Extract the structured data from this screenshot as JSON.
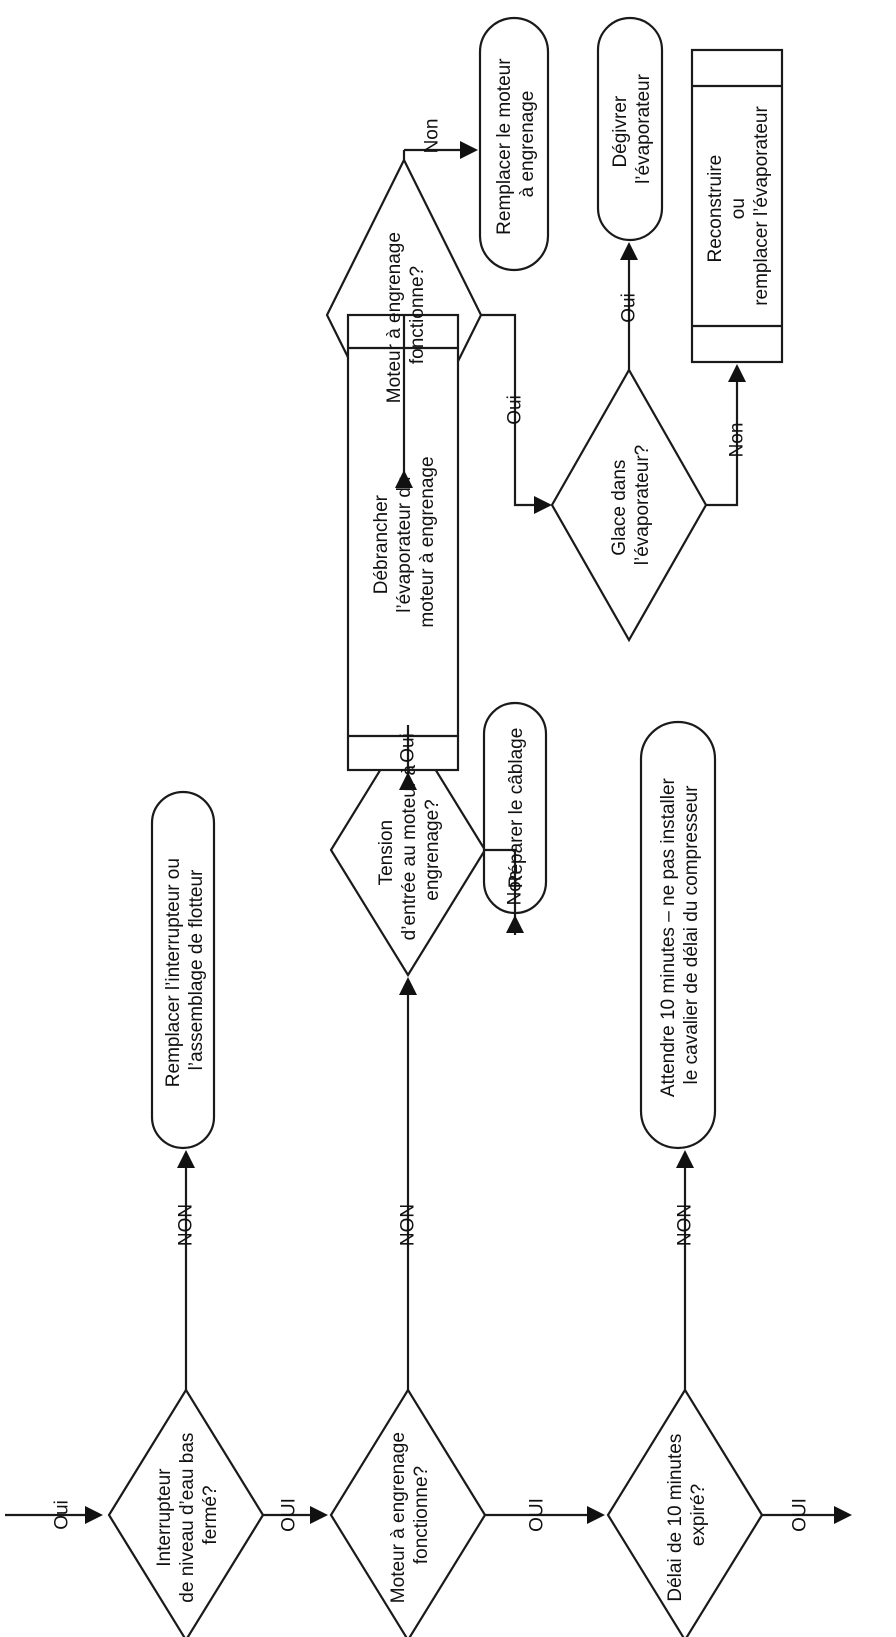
{
  "nodes": {
    "start_label": "Oui",
    "d1": [
      "Interrupteur",
      "de niveau d’eau bas",
      "fermé?"
    ],
    "r1": [
      "Remplacer l’interrupteur ou",
      "l’assemblage de flotteur"
    ],
    "d2": [
      "Moteur à engrenage",
      "fonctionne?"
    ],
    "d3": [
      "Tension",
      "d’entrée au moteur à",
      "engrenage?"
    ],
    "r3": [
      "Réparer le câblage"
    ],
    "p1": [
      "Débrancher",
      "l’évaporateur du",
      "moteur à engrenage"
    ],
    "d4": [
      "Moteur à engrenage",
      "fonctionne?"
    ],
    "r4": [
      "Remplacer le moteur",
      "à engrenage"
    ],
    "d5": [
      "Glace dans",
      "l’évaporateur?"
    ],
    "r5": [
      "Dégivrer",
      "l’évaporateur"
    ],
    "p2": [
      "Reconstruire",
      "ou",
      "remplacer l’évaporateur"
    ],
    "d6": [
      "Délai de 10 minutes",
      "expiré?"
    ],
    "r6": [
      "Attendre 10 minutes – ne pas installer",
      "le cavalier de délai du compresseur"
    ]
  },
  "edges": {
    "d1_no": "NON",
    "d1_yes": "OUI",
    "d2_no": "NON",
    "d2_yes": "OUI",
    "d3_yes": "Oui",
    "d3_no": "Non",
    "d4_no": "Non",
    "d4_yes": "Oui",
    "d5_yes": "Oui",
    "d5_no": "Non",
    "d6_no": "NON",
    "d6_yes": "OUI"
  },
  "colors": {
    "stroke": "#1a1a1a",
    "fill": "#ffffff",
    "text": "#111111"
  }
}
